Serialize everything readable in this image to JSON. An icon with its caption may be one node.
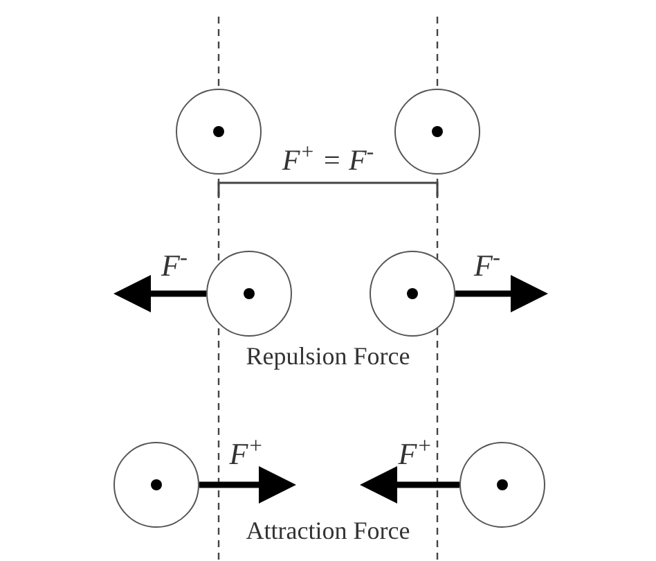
{
  "diagram": {
    "nodes": [
      {
        "text": [],
        "shape": "circle"
      },
      {
        "text": [],
        "shape": "circle"
      },
      {
        "text": [],
        "shape": "circle"
      },
      {
        "text": [],
        "shape": "circle"
      },
      {
        "text": [],
        "shape": "circle"
      },
      {
        "text": [],
        "shape": "circle"
      }
    ],
    "edges": [
      {
        "from": 2,
        "to": null,
        "arrow": "to",
        "label": "F$^{-}$"
      },
      {
        "from": 3,
        "to": null,
        "arrow": "to",
        "label": "F$^{-}$"
      },
      {
        "from": 4,
        "to": null,
        "arrow": "to",
        "label": "F$^{+}$"
      },
      {
        "from": 5,
        "to": null,
        "arrow": "to",
        "label": "F$^{+}$"
      }
    ],
    "labels": [
      "F$^{+}$ = F$^{-}$",
      "Repulsion Force",
      "Attraction Force"
    ]
  }
}
